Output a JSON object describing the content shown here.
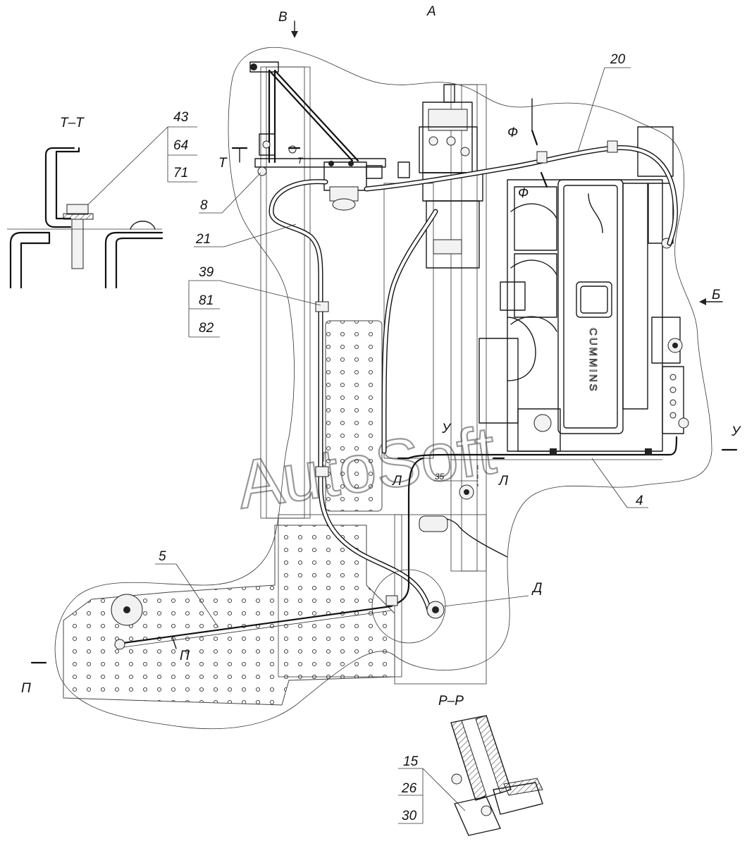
{
  "view_labels": {
    "view_a": "А",
    "view_b": "Б",
    "view_v": "В",
    "view_d": "Д"
  },
  "section_labels": {
    "t_t_title": "Т–Т",
    "p_p_title": "Р–Р",
    "t_mark_left": "Т",
    "t_mark_right": "Т",
    "f_mark_top": "Ф",
    "f_mark_bottom": "Ф",
    "u_mark_left": "У",
    "u_mark_right": "У",
    "l_mark_left": "Л",
    "l_mark_right": "Л",
    "p_mark_left": "П",
    "p_mark_right": "П"
  },
  "callouts": {
    "c43": "43",
    "c64": "64",
    "c71": "71",
    "c20": "20",
    "c8": "8",
    "c21": "21",
    "c39": "39",
    "c81": "81",
    "c82": "82",
    "c4": "4",
    "c5": "5",
    "c15": "15",
    "c26": "26",
    "c30": "30"
  },
  "dimension_35": "35",
  "engine_brand": "CUMMINS",
  "watermark": "AutoSoft"
}
